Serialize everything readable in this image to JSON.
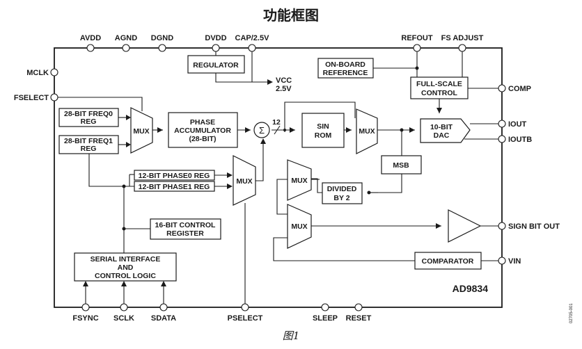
{
  "title": "功能框图",
  "caption": "图1",
  "part_number": "AD9834",
  "side_code": "02705-001",
  "pins_top": [
    "AVDD",
    "AGND",
    "DGND",
    "DVDD",
    "CAP/2.5V",
    "REFOUT",
    "FS ADJUST"
  ],
  "pins_left": [
    "MCLK",
    "FSELECT"
  ],
  "pins_right": [
    "COMP",
    "IOUT",
    "IOUTB",
    "SIGN BIT OUT",
    "VIN"
  ],
  "pins_bottom": [
    "FSYNC",
    "SCLK",
    "SDATA",
    "PSELECT",
    "SLEEP",
    "RESET"
  ],
  "vcc_label": [
    "VCC",
    "2.5V"
  ],
  "bus_width": "12",
  "sigma": "Σ",
  "blocks": {
    "regulator": [
      "REGULATOR"
    ],
    "onboard_ref": [
      "ON-BOARD",
      "REFERENCE"
    ],
    "fullscale": [
      "FULL-SCALE",
      "CONTROL"
    ],
    "freq0": [
      "28-BIT FREQ0",
      "REG"
    ],
    "freq1": [
      "28-BIT FREQ1",
      "REG"
    ],
    "mux_freq": [
      "MUX"
    ],
    "phase_acc": [
      "PHASE",
      "ACCUMULATOR",
      "(28-BIT)"
    ],
    "sin_rom": [
      "SIN",
      "ROM"
    ],
    "mux_rom": [
      "MUX"
    ],
    "dac": [
      "10-BIT",
      "DAC"
    ],
    "phase0": [
      "12-BIT PHASE0 REG"
    ],
    "phase1": [
      "12-BIT PHASE1 REG"
    ],
    "mux_phase": [
      "MUX"
    ],
    "msb": [
      "MSB"
    ],
    "mux_div": [
      "MUX"
    ],
    "divided": [
      "DIVIDED",
      "BY 2"
    ],
    "mux_sign": [
      "MUX"
    ],
    "control_reg": [
      "16-BIT CONTROL",
      "REGISTER"
    ],
    "serial": [
      "SERIAL INTERFACE",
      "AND",
      "CONTROL LOGIC"
    ],
    "comparator": [
      "COMPARATOR"
    ]
  }
}
